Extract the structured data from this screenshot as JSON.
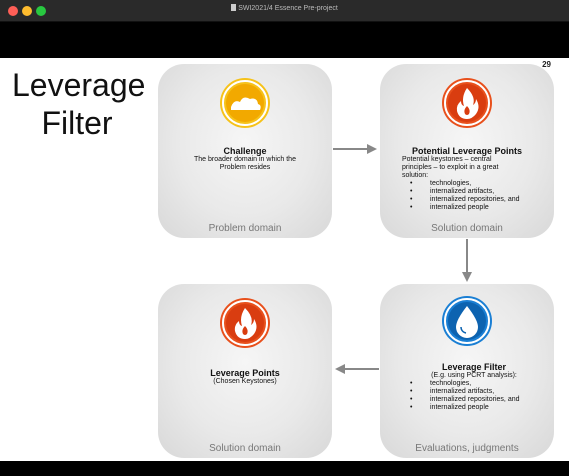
{
  "window": {
    "title": "SWI2021/4 Essence Pre-project"
  },
  "slide": {
    "number": "29",
    "heading": "Leverage Filter",
    "cards": {
      "challenge": {
        "title": "Challenge",
        "subtitle": "The broader domain in which the Problem resides",
        "footer": "Problem domain",
        "icon": "cloud-sun-icon"
      },
      "potential": {
        "title": "Potential Leverage Points",
        "desc": "Potential keystones – central principles – to exploit in a great solution:",
        "items": [
          "technologies,",
          "internalized artifacts,",
          "internalized repositories, and",
          "internalized people"
        ],
        "footer": "Solution domain",
        "icon": "flame-icon"
      },
      "filter": {
        "title": "Leverage Filter",
        "desc": "(E.g. using PCRT analysis):",
        "items": [
          "technologies,",
          "internalized artifacts,",
          "internalized repositories, and",
          "internalized people"
        ],
        "footer": "Evaluations, judgments",
        "icon": "water-drop-icon"
      },
      "points": {
        "title": "Leverage Points",
        "subtitle": "(Chosen Keystones)",
        "footer": "Solution domain",
        "icon": "flame-icon"
      }
    }
  },
  "colors": {
    "accent_yellow": "#f2b705",
    "accent_orange": "#e8501c",
    "accent_blue": "#1a7fd4"
  }
}
